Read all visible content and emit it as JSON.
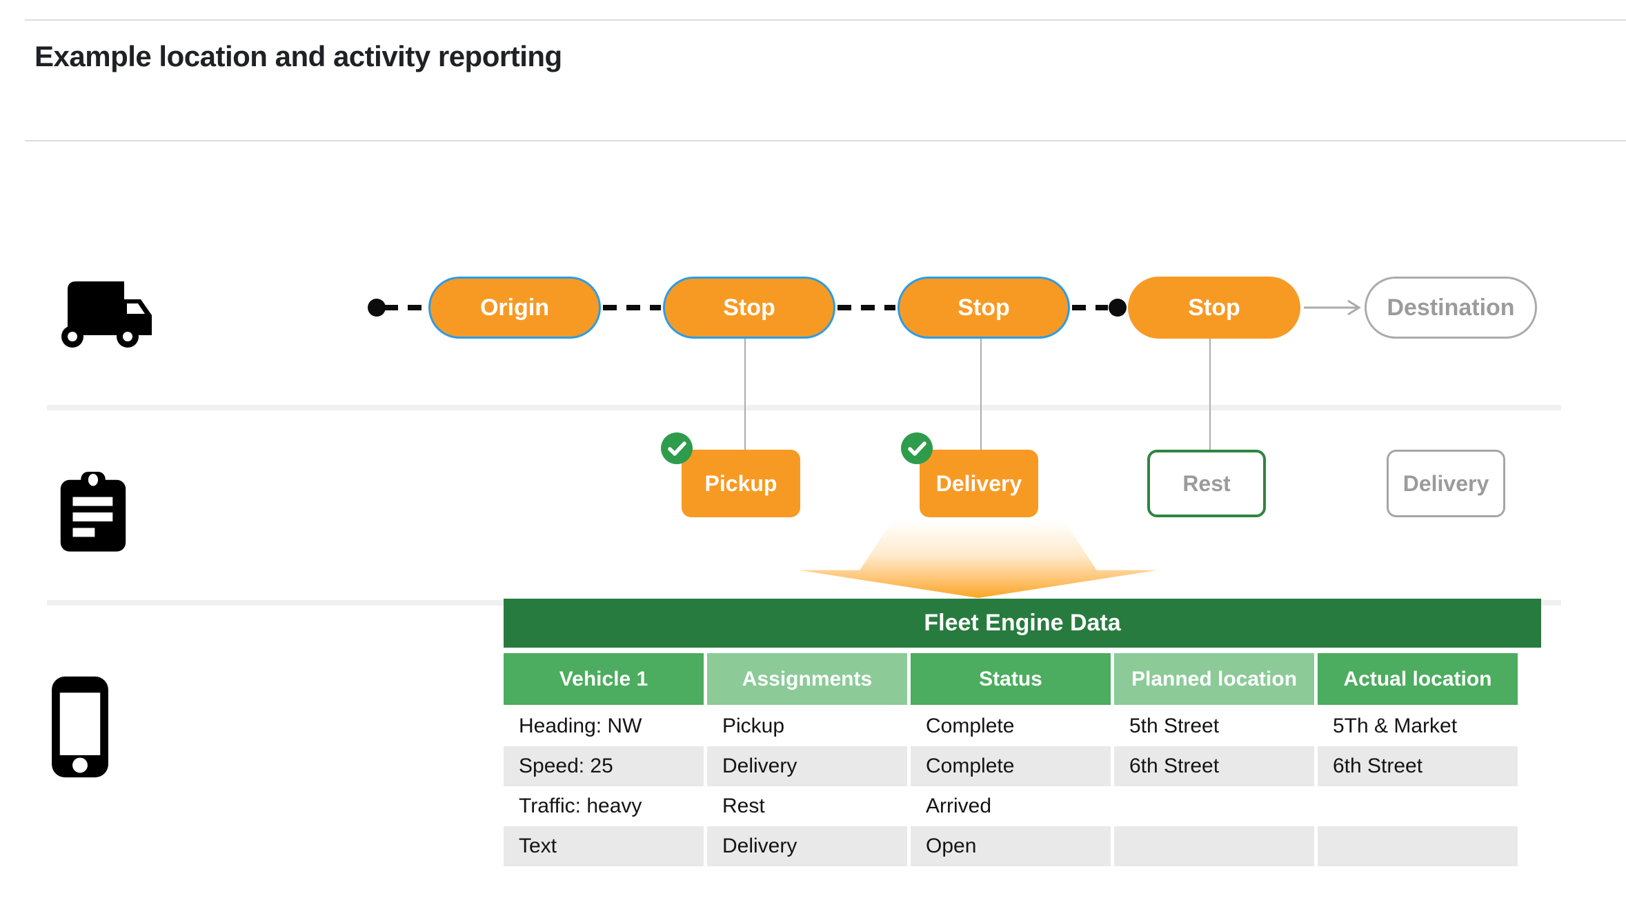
{
  "header": {
    "title": "Example location and activity reporting"
  },
  "route": {
    "pills": [
      {
        "label": "Origin"
      },
      {
        "label": "Stop"
      },
      {
        "label": "Stop"
      },
      {
        "label": "Stop"
      },
      {
        "label": "Destination"
      }
    ]
  },
  "activities": {
    "boxes": [
      {
        "label": "Pickup",
        "completed": true
      },
      {
        "label": "Delivery",
        "completed": true
      },
      {
        "label": "Rest",
        "completed": false
      },
      {
        "label": "Delivery",
        "completed": false
      }
    ]
  },
  "table": {
    "title": "Fleet Engine Data",
    "columns": [
      "Vehicle 1",
      "Assignments",
      "Status",
      "Planned location",
      "Actual location"
    ],
    "rows": [
      [
        "Heading: NW",
        "Pickup",
        "Complete",
        "5th Street",
        "5Th & Market"
      ],
      [
        "Speed: 25",
        "Delivery",
        "Complete",
        "6th Street",
        "6th Street"
      ],
      [
        "Traffic: heavy",
        "Rest",
        "Arrived",
        "",
        ""
      ],
      [
        "Text",
        "Delivery",
        "Open",
        "",
        ""
      ]
    ]
  },
  "icons": {
    "truck": "truck-icon",
    "clipboard": "clipboard-icon",
    "phone": "phone-icon",
    "check": "check-circle-icon"
  },
  "colors": {
    "orange": "#f79a24",
    "pill_border_blue": "#2c9ce8",
    "check_green": "#2e9c4c",
    "rest_border_green": "#2f8540",
    "outline_gray": "#ababab",
    "muted_text_gray": "#9b9b9b",
    "table_title_green": "#277b3f",
    "header_green": "#4cac5f",
    "header_light_green": "#8cca98",
    "row_stripe_gray": "#e9e9e9"
  }
}
